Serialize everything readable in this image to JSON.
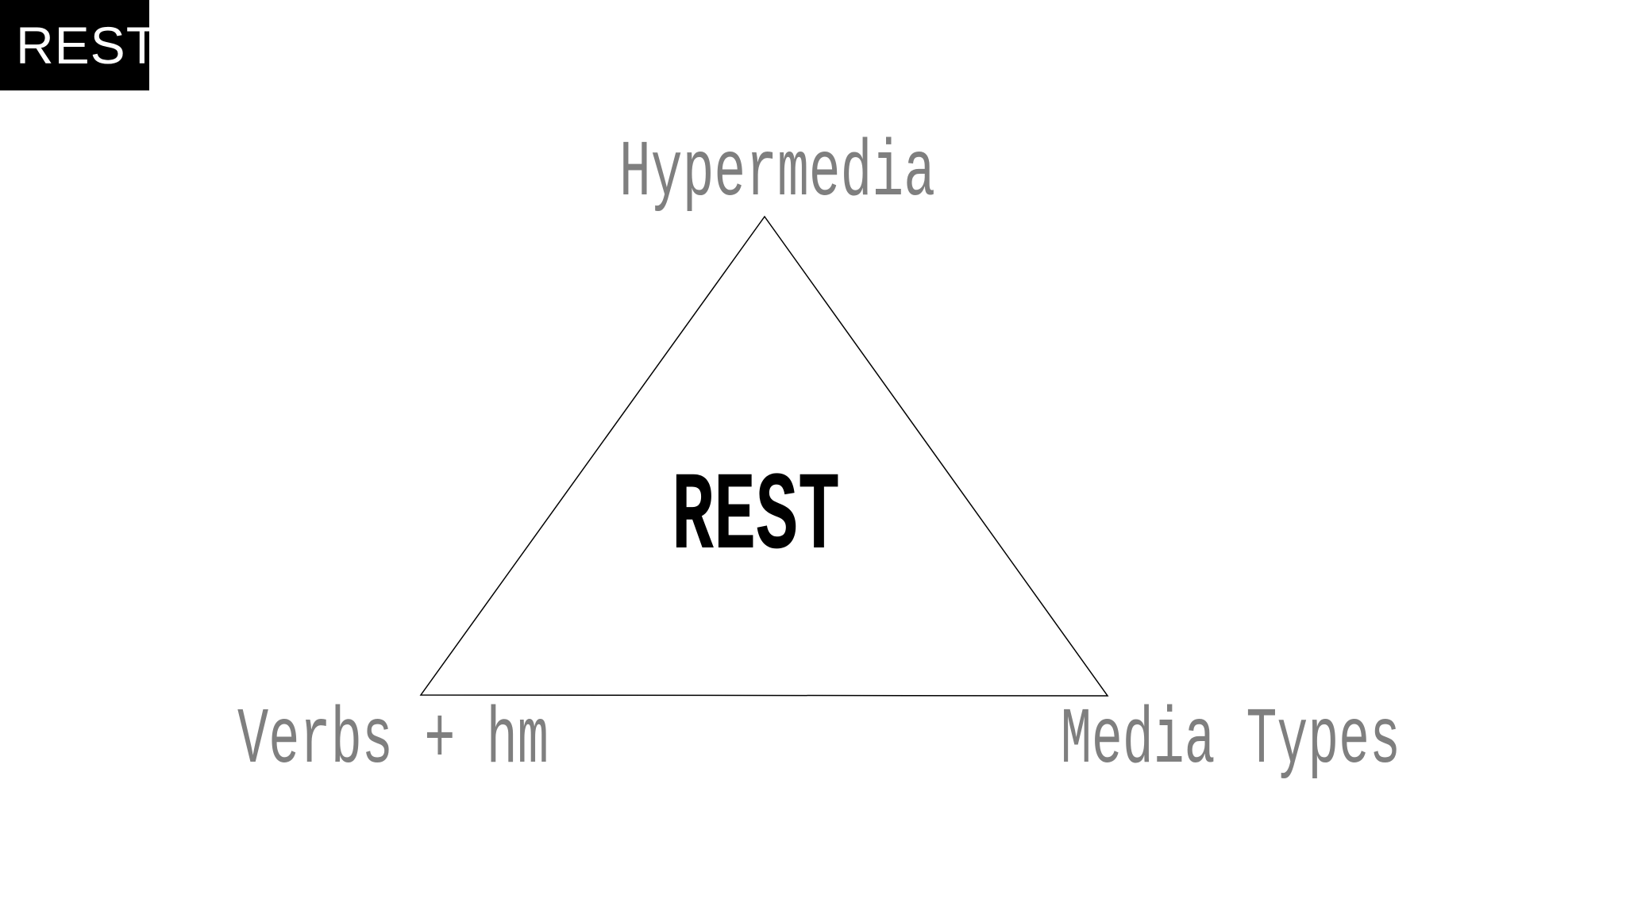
{
  "badge": {
    "label": "REST"
  },
  "diagram": {
    "type": "triangle-concept-diagram",
    "center_label": "REST",
    "vertex_labels": {
      "top": "Hypermedia",
      "bottom_left": "Verbs + hm",
      "bottom_right": "Media Types"
    },
    "colors": {
      "background": "#ffffff",
      "triangle_line": "#000000",
      "vertex_label_gray": "#7f7f7f",
      "center_label": "#000000",
      "badge_background": "#000000",
      "badge_text": "#ffffff"
    }
  }
}
